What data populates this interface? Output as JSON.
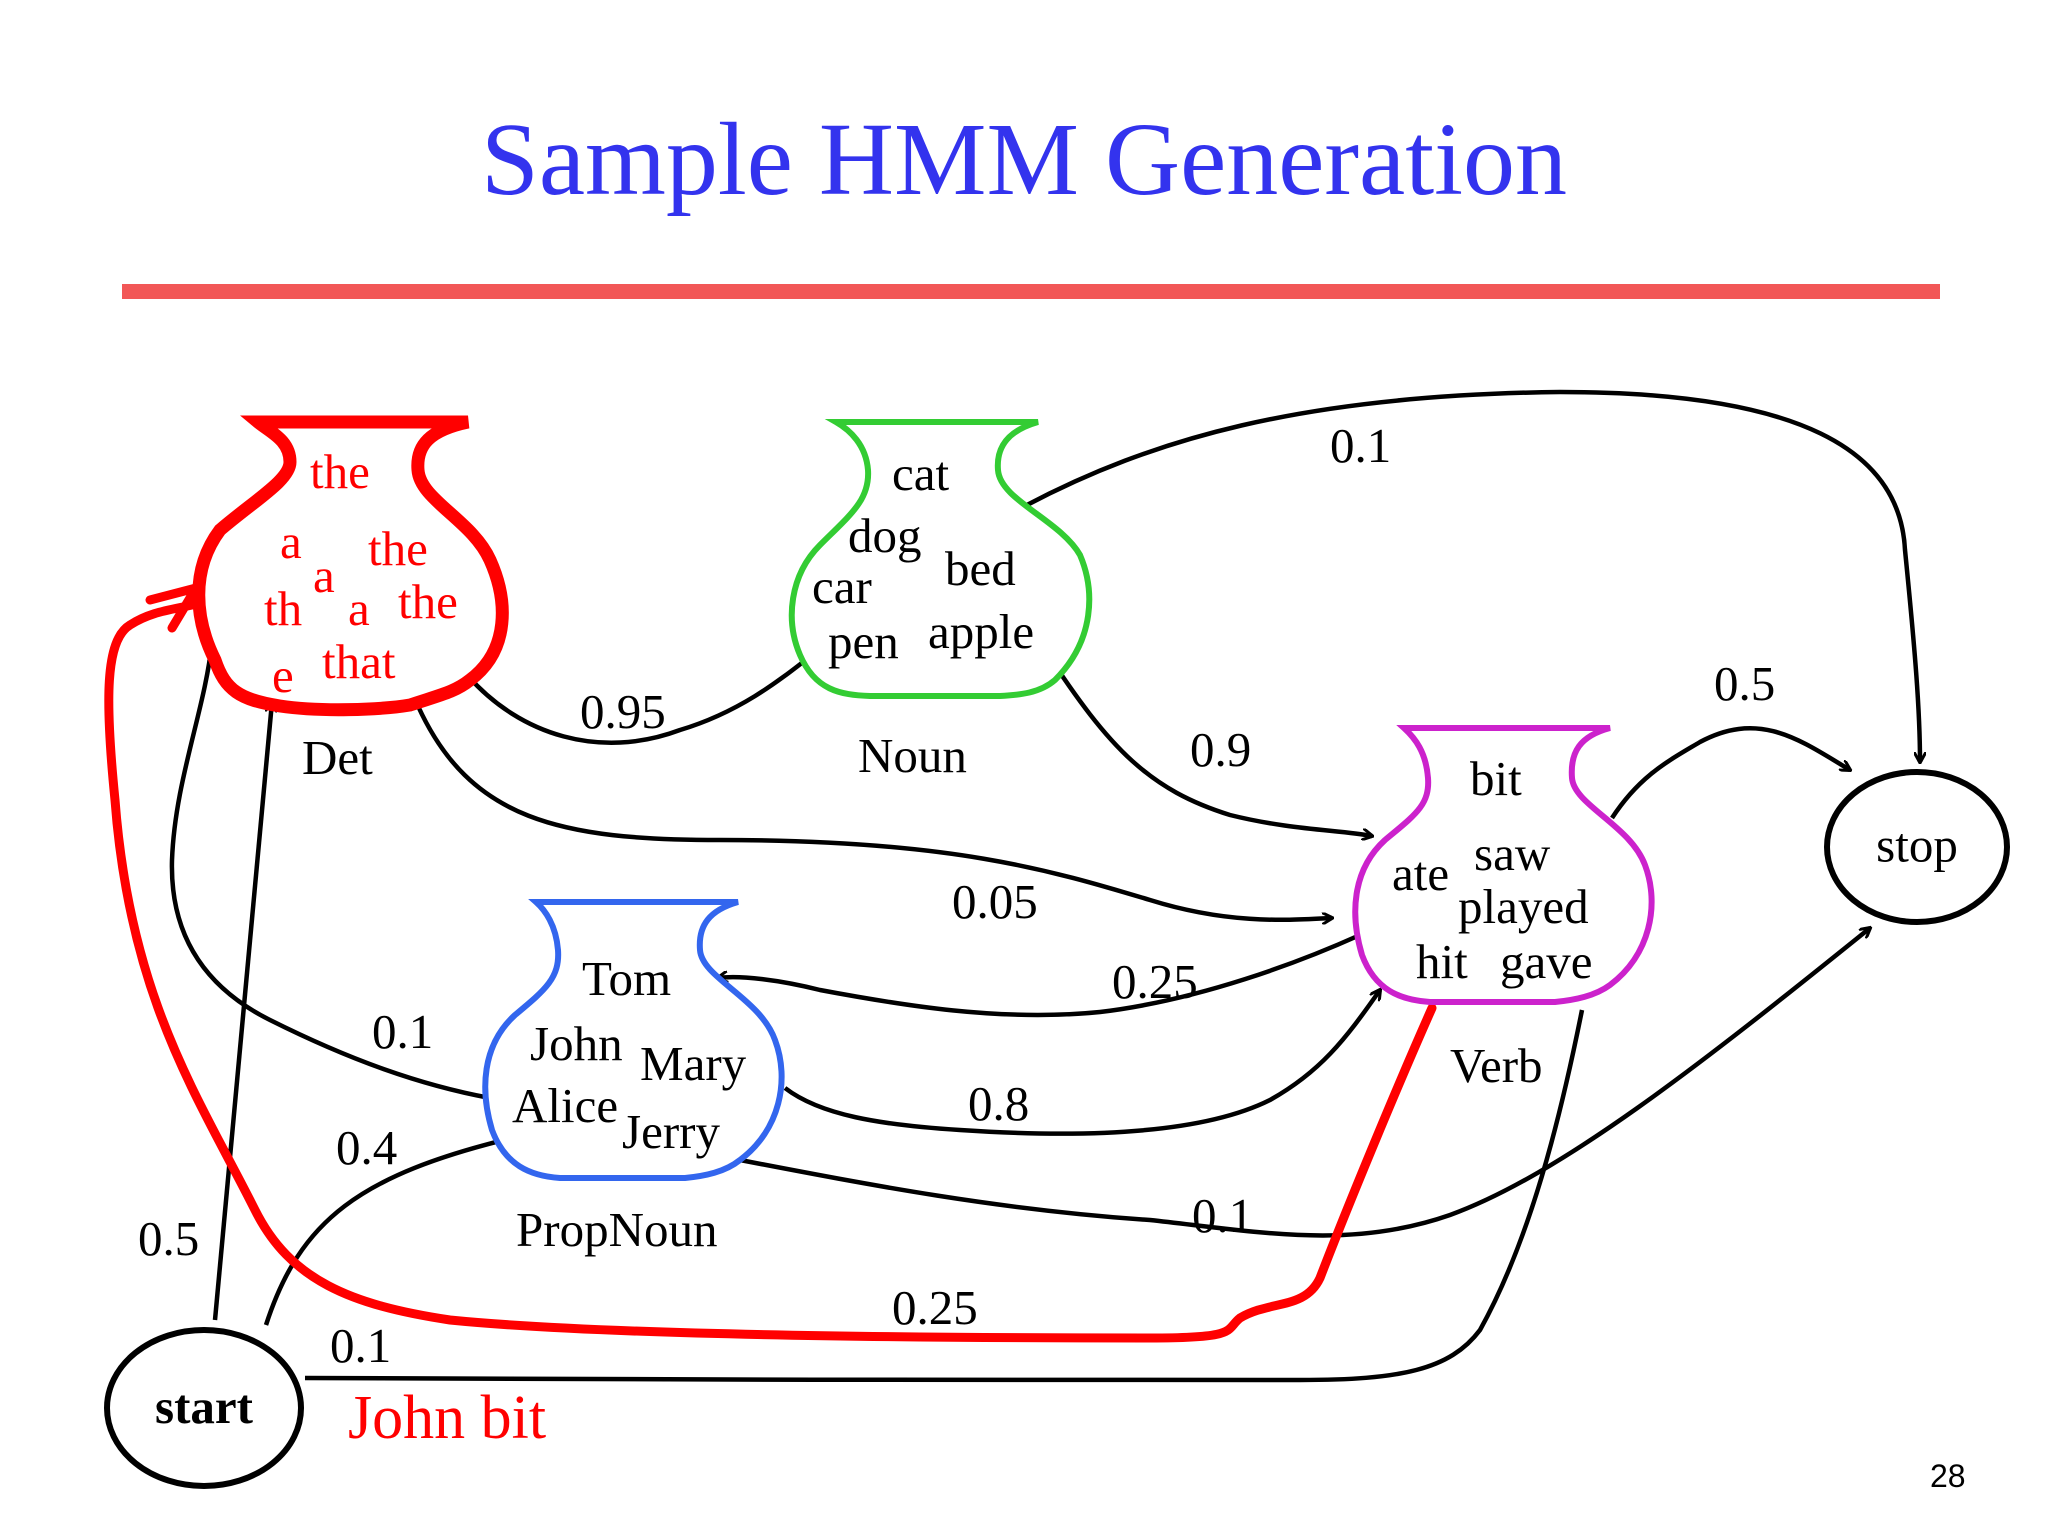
{
  "title": "Sample HMM Generation",
  "page_number": "28",
  "generated_text": "John bit",
  "colors": {
    "title": "#3333ee",
    "rule": "#f25757",
    "det": "#ff0000",
    "noun": "#33cc33",
    "verb": "#cc22cc",
    "propnoun": "#3366ee",
    "highlight_path": "#ff0000",
    "edge": "#000000"
  },
  "states": {
    "det": {
      "label": "Det",
      "words": [
        "the",
        "a",
        "the",
        "a",
        "th",
        "a",
        "the",
        "e",
        "that"
      ]
    },
    "noun": {
      "label": "Noun",
      "words": [
        "cat",
        "dog",
        "bed",
        "car",
        "pen",
        "apple"
      ]
    },
    "verb": {
      "label": "Verb",
      "words": [
        "bit",
        "ate",
        "saw",
        "played",
        "hit",
        "gave"
      ]
    },
    "propnoun": {
      "label": "PropNoun",
      "words": [
        "Tom",
        "John",
        "Mary",
        "Alice",
        "Jerry"
      ]
    },
    "start": {
      "label": "start"
    },
    "stop": {
      "label": "stop"
    }
  },
  "transitions": [
    {
      "from": "Det",
      "to": "Noun",
      "prob": "0.95"
    },
    {
      "from": "Det",
      "to": "Verb",
      "prob": "0.05"
    },
    {
      "from": "Noun",
      "to": "stop",
      "prob": "0.1"
    },
    {
      "from": "Noun",
      "to": "Verb",
      "prob": "0.9"
    },
    {
      "from": "Verb",
      "to": "stop",
      "prob": "0.5"
    },
    {
      "from": "Verb",
      "to": "PropNoun",
      "prob": "0.25"
    },
    {
      "from": "Verb",
      "to": "Det",
      "prob": "0.25"
    },
    {
      "from": "PropNoun",
      "to": "Det",
      "prob": "0.1"
    },
    {
      "from": "PropNoun",
      "to": "Verb",
      "prob": "0.8"
    },
    {
      "from": "PropNoun",
      "to": "stop",
      "prob": "0.1"
    },
    {
      "from": "start",
      "to": "Det",
      "prob": "0.5"
    },
    {
      "from": "start",
      "to": "PropNoun",
      "prob": "0.4"
    },
    {
      "from": "start",
      "to": "Verb",
      "prob": "0.1"
    }
  ]
}
